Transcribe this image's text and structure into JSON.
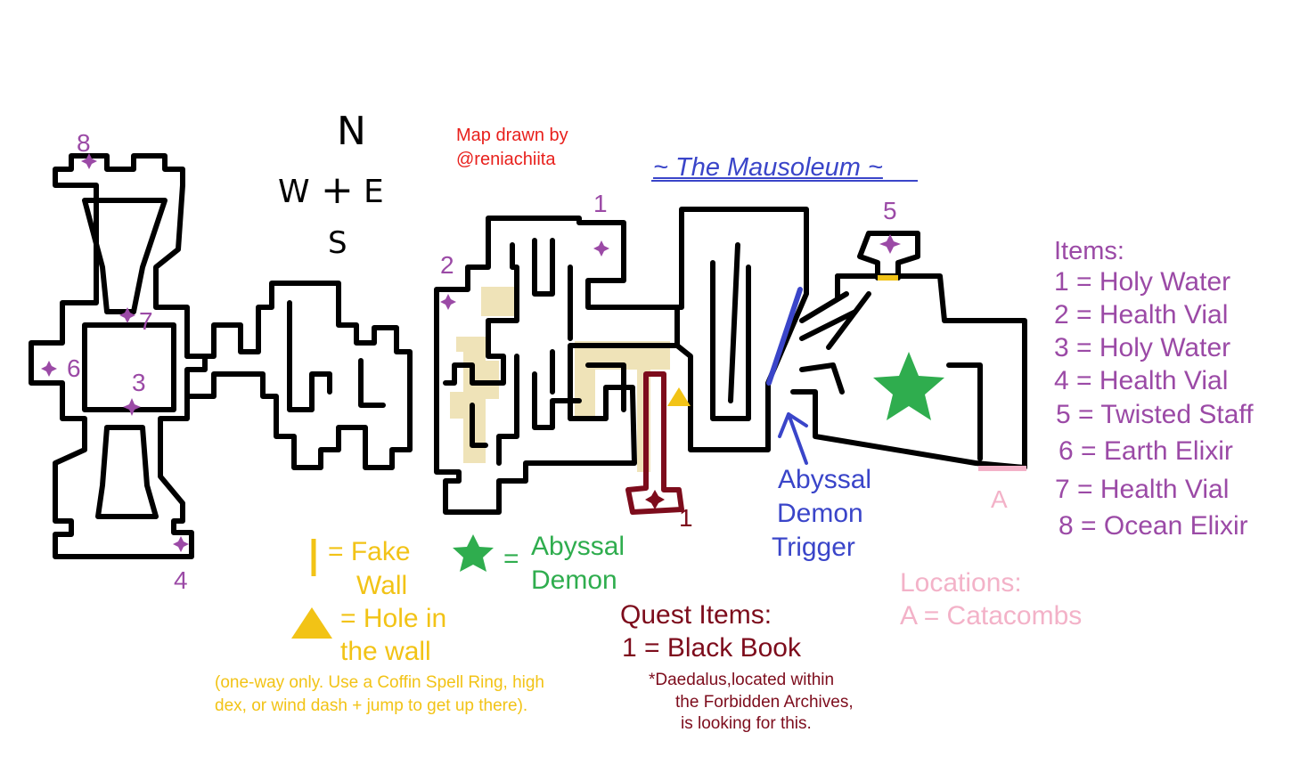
{
  "title": "~ The Mausoleum ~",
  "credit": {
    "line1": "Map drawn by",
    "line2": "@reniachiita"
  },
  "compass": {
    "n": "N",
    "w": "W",
    "plus": "+",
    "e": "E",
    "s": "S"
  },
  "map_markers": {
    "item_1": "1",
    "item_2": "2",
    "item_3": "3",
    "item_4": "4",
    "item_5": "5",
    "item_6": "6",
    "item_7": "7",
    "item_8": "8",
    "quest_1": "1",
    "location_a": "A"
  },
  "items_legend": {
    "heading": "Items:",
    "entries": [
      "1 = Holy Water",
      "2 = Health Vial",
      "3 = Holy Water",
      "4 = Health Vial",
      "5 = Twisted Staff",
      "6 = Earth Elixir",
      "7 = Health Vial",
      "8 = Ocean Elixir"
    ]
  },
  "locations_legend": {
    "heading": "Locations:",
    "entry": "A = Catacombs"
  },
  "symbol_legend": {
    "fake_wall_line1": "= Fake",
    "fake_wall_line2": "Wall",
    "hole_line1": "= Hole in",
    "hole_line2": "the wall",
    "hole_note_line1": "(one-way only. Use a Coffin Spell Ring, high",
    "hole_note_line2": "dex, or wind dash + jump to get up there).",
    "boss_eq": "=",
    "boss_line1": "Abyssal",
    "boss_line2": "Demon"
  },
  "trigger_label": {
    "line1": "Abyssal",
    "line2": "Demon",
    "line3": "Trigger"
  },
  "quest_legend": {
    "heading": "Quest Items:",
    "entry": "1 = Black Book",
    "note_line1": "*Daedalus,located within",
    "note_line2": "the Forbidden Archives,",
    "note_line3": "is looking for this."
  },
  "colors": {
    "wall": "#000000",
    "item": "#9b4aa6",
    "fake_wall": "#f2c316",
    "hole": "#f2c316",
    "boss": "#2fad4e",
    "trigger": "#3a45c9",
    "quest": "#7d0c1c",
    "location": "#f3b2c8",
    "secret_floor": "#efe3b8"
  }
}
